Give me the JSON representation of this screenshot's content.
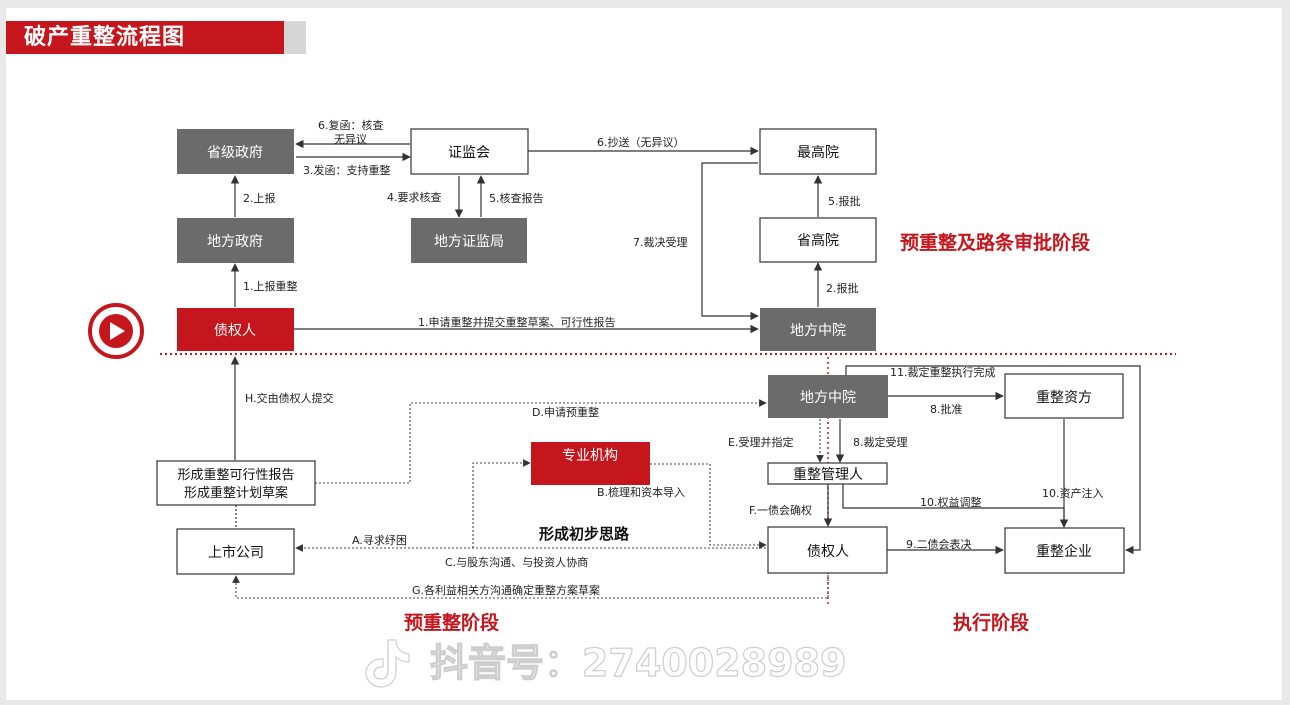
{
  "title": "破产重整流程图",
  "watermark": "抖音号：2740028989",
  "stages": {
    "prereorg_approval": "预重整及路条审批阶段",
    "prereorg": "预重整阶段",
    "execution": "执行阶段"
  },
  "center_note": "形成初步思路",
  "nodes": {
    "provincial_gov": "省级政府",
    "csrc": "证监会",
    "supreme_court": "最高院",
    "local_gov": "地方政府",
    "local_csrc": "地方证监局",
    "provincial_court": "省高院",
    "creditor_top": "债权人",
    "local_mid_court_top": "地方中院",
    "local_mid_court_bottom": "地方中院",
    "reorg_investor": "重整资方",
    "agency": "专业机构",
    "administrator": "重整管理人",
    "report_line1": "形成重整可行性报告",
    "report_line2": "形成重整计划草案",
    "listed_company": "上市公司",
    "creditor_bottom": "债权人",
    "reorg_enterprise": "重整企业"
  },
  "edges": {
    "e6_reply_a": "6.复函：核查",
    "e6_reply_b": "无异议",
    "e3_letter": "3.发函：支持重整",
    "e6_copy": "6.抄送（无异议）",
    "e2_report": "2.上报",
    "e4_request": "4.要求核查",
    "e5_check": "5.核查报告",
    "e7_ruling": "7.裁决受理",
    "e5_approve": "5.报批",
    "e1_report": "1.上报重整",
    "e2_approve": "2.报批",
    "e1_apply": "1.申请重整并提交重整草案、可行性报告",
    "eH": "H.交由债权人提交",
    "eD": "D.申请预重整",
    "e11": "11.裁定重整执行完成",
    "e8_approve": "8.批准",
    "eE": "E.受理并指定",
    "e8_ruling": "8.裁定受理",
    "eB": "B.梳理和资本导入",
    "e10_adjust": "10.权益调整",
    "e10_inject": "10.资产注入",
    "eF": "F.一债会确权",
    "eA": "A.寻求纾困",
    "e9": "9.二债会表决",
    "eC": "C.与股东沟通、与投资人协商",
    "eG": "G.各利益相关方沟通确定重整方案草案"
  },
  "colors": {
    "accent_red": "#c4161c",
    "dark_gray": "#6b6b6b",
    "line": "#333333"
  }
}
